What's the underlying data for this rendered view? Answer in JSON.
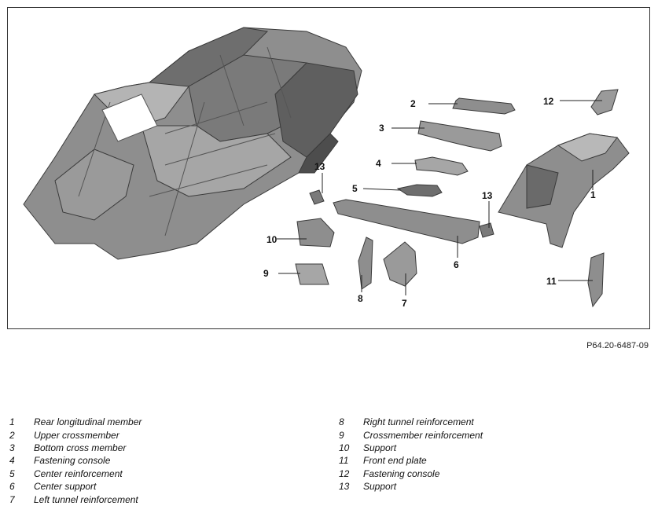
{
  "figure_ref": "P64.20-6487-09",
  "callouts": [
    "1",
    "2",
    "3",
    "4",
    "5",
    "6",
    "7",
    "8",
    "9",
    "10",
    "11",
    "12",
    "13",
    "13"
  ],
  "legend": {
    "left": [
      {
        "num": "1",
        "label": "Rear longitudinal member"
      },
      {
        "num": "2",
        "label": "Upper crossmember"
      },
      {
        "num": "3",
        "label": "Bottom cross member"
      },
      {
        "num": "4",
        "label": "Fastening console"
      },
      {
        "num": "5",
        "label": "Center reinforcement"
      },
      {
        "num": "6",
        "label": "Center support"
      },
      {
        "num": "7",
        "label": "Left tunnel reinforcement"
      }
    ],
    "right": [
      {
        "num": "8",
        "label": "Right tunnel reinforcement"
      },
      {
        "num": "9",
        "label": "Crossmember reinforcement"
      },
      {
        "num": "10",
        "label": "Support"
      },
      {
        "num": "11",
        "label": "Front end plate"
      },
      {
        "num": "12",
        "label": "Fastening console"
      },
      {
        "num": "13",
        "label": "Support"
      }
    ]
  },
  "colors": {
    "part_fill": "#8e8e8e",
    "part_dark": "#5a5a5a",
    "part_light": "#b8b8b8",
    "line": "#222222"
  }
}
